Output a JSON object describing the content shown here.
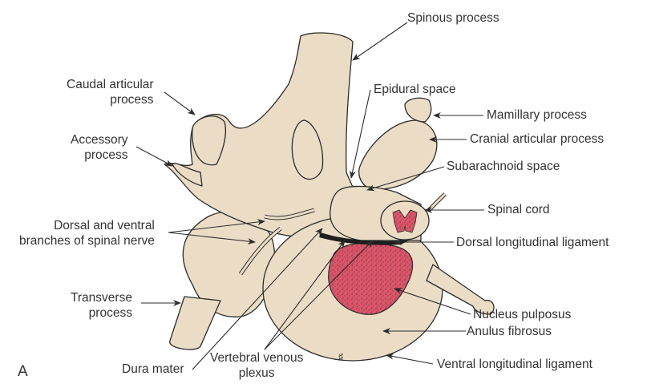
{
  "figure": {
    "panel_label": "A",
    "mark_symbol": "♯",
    "colors": {
      "bone": "#EBDDC5",
      "outline": "#2b2b2b",
      "nucleus": "#D9566A",
      "text": "#333333",
      "background": "#FFFFFF"
    },
    "labels": [
      {
        "id": "spinous-process",
        "lines": [
          "Spinous process"
        ]
      },
      {
        "id": "caudal-articular-process",
        "lines": [
          "Caudal articular",
          "process"
        ]
      },
      {
        "id": "epidural-space",
        "lines": [
          "Epidural space"
        ]
      },
      {
        "id": "mamillary-process",
        "lines": [
          "Mamillary process"
        ]
      },
      {
        "id": "accessory-process",
        "lines": [
          "Accessory",
          "process"
        ]
      },
      {
        "id": "cranial-articular-process",
        "lines": [
          "Cranial articular process"
        ]
      },
      {
        "id": "subarachnoid-space",
        "lines": [
          "Subarachnoid space"
        ]
      },
      {
        "id": "spinal-cord",
        "lines": [
          "Spinal cord"
        ]
      },
      {
        "id": "dorsal-ventral-branches",
        "lines": [
          "Dorsal and ventral",
          "branches of spinal nerve"
        ]
      },
      {
        "id": "dorsal-longitudinal-ligament",
        "lines": [
          "Dorsal longitudinal ligament"
        ]
      },
      {
        "id": "transverse-process",
        "lines": [
          "Transverse",
          "process"
        ]
      },
      {
        "id": "nucleus-pulposus",
        "lines": [
          "Nucleus pulposus"
        ]
      },
      {
        "id": "anulus-fibrosus",
        "lines": [
          "Anulus fibrosus"
        ]
      },
      {
        "id": "dura-mater",
        "lines": [
          "Dura mater"
        ]
      },
      {
        "id": "vertebral-venous-plexus",
        "lines": [
          "Vertebral venous",
          "plexus"
        ]
      },
      {
        "id": "ventral-longitudinal-ligament",
        "lines": [
          "Ventral longitudinal ligament"
        ]
      }
    ]
  }
}
